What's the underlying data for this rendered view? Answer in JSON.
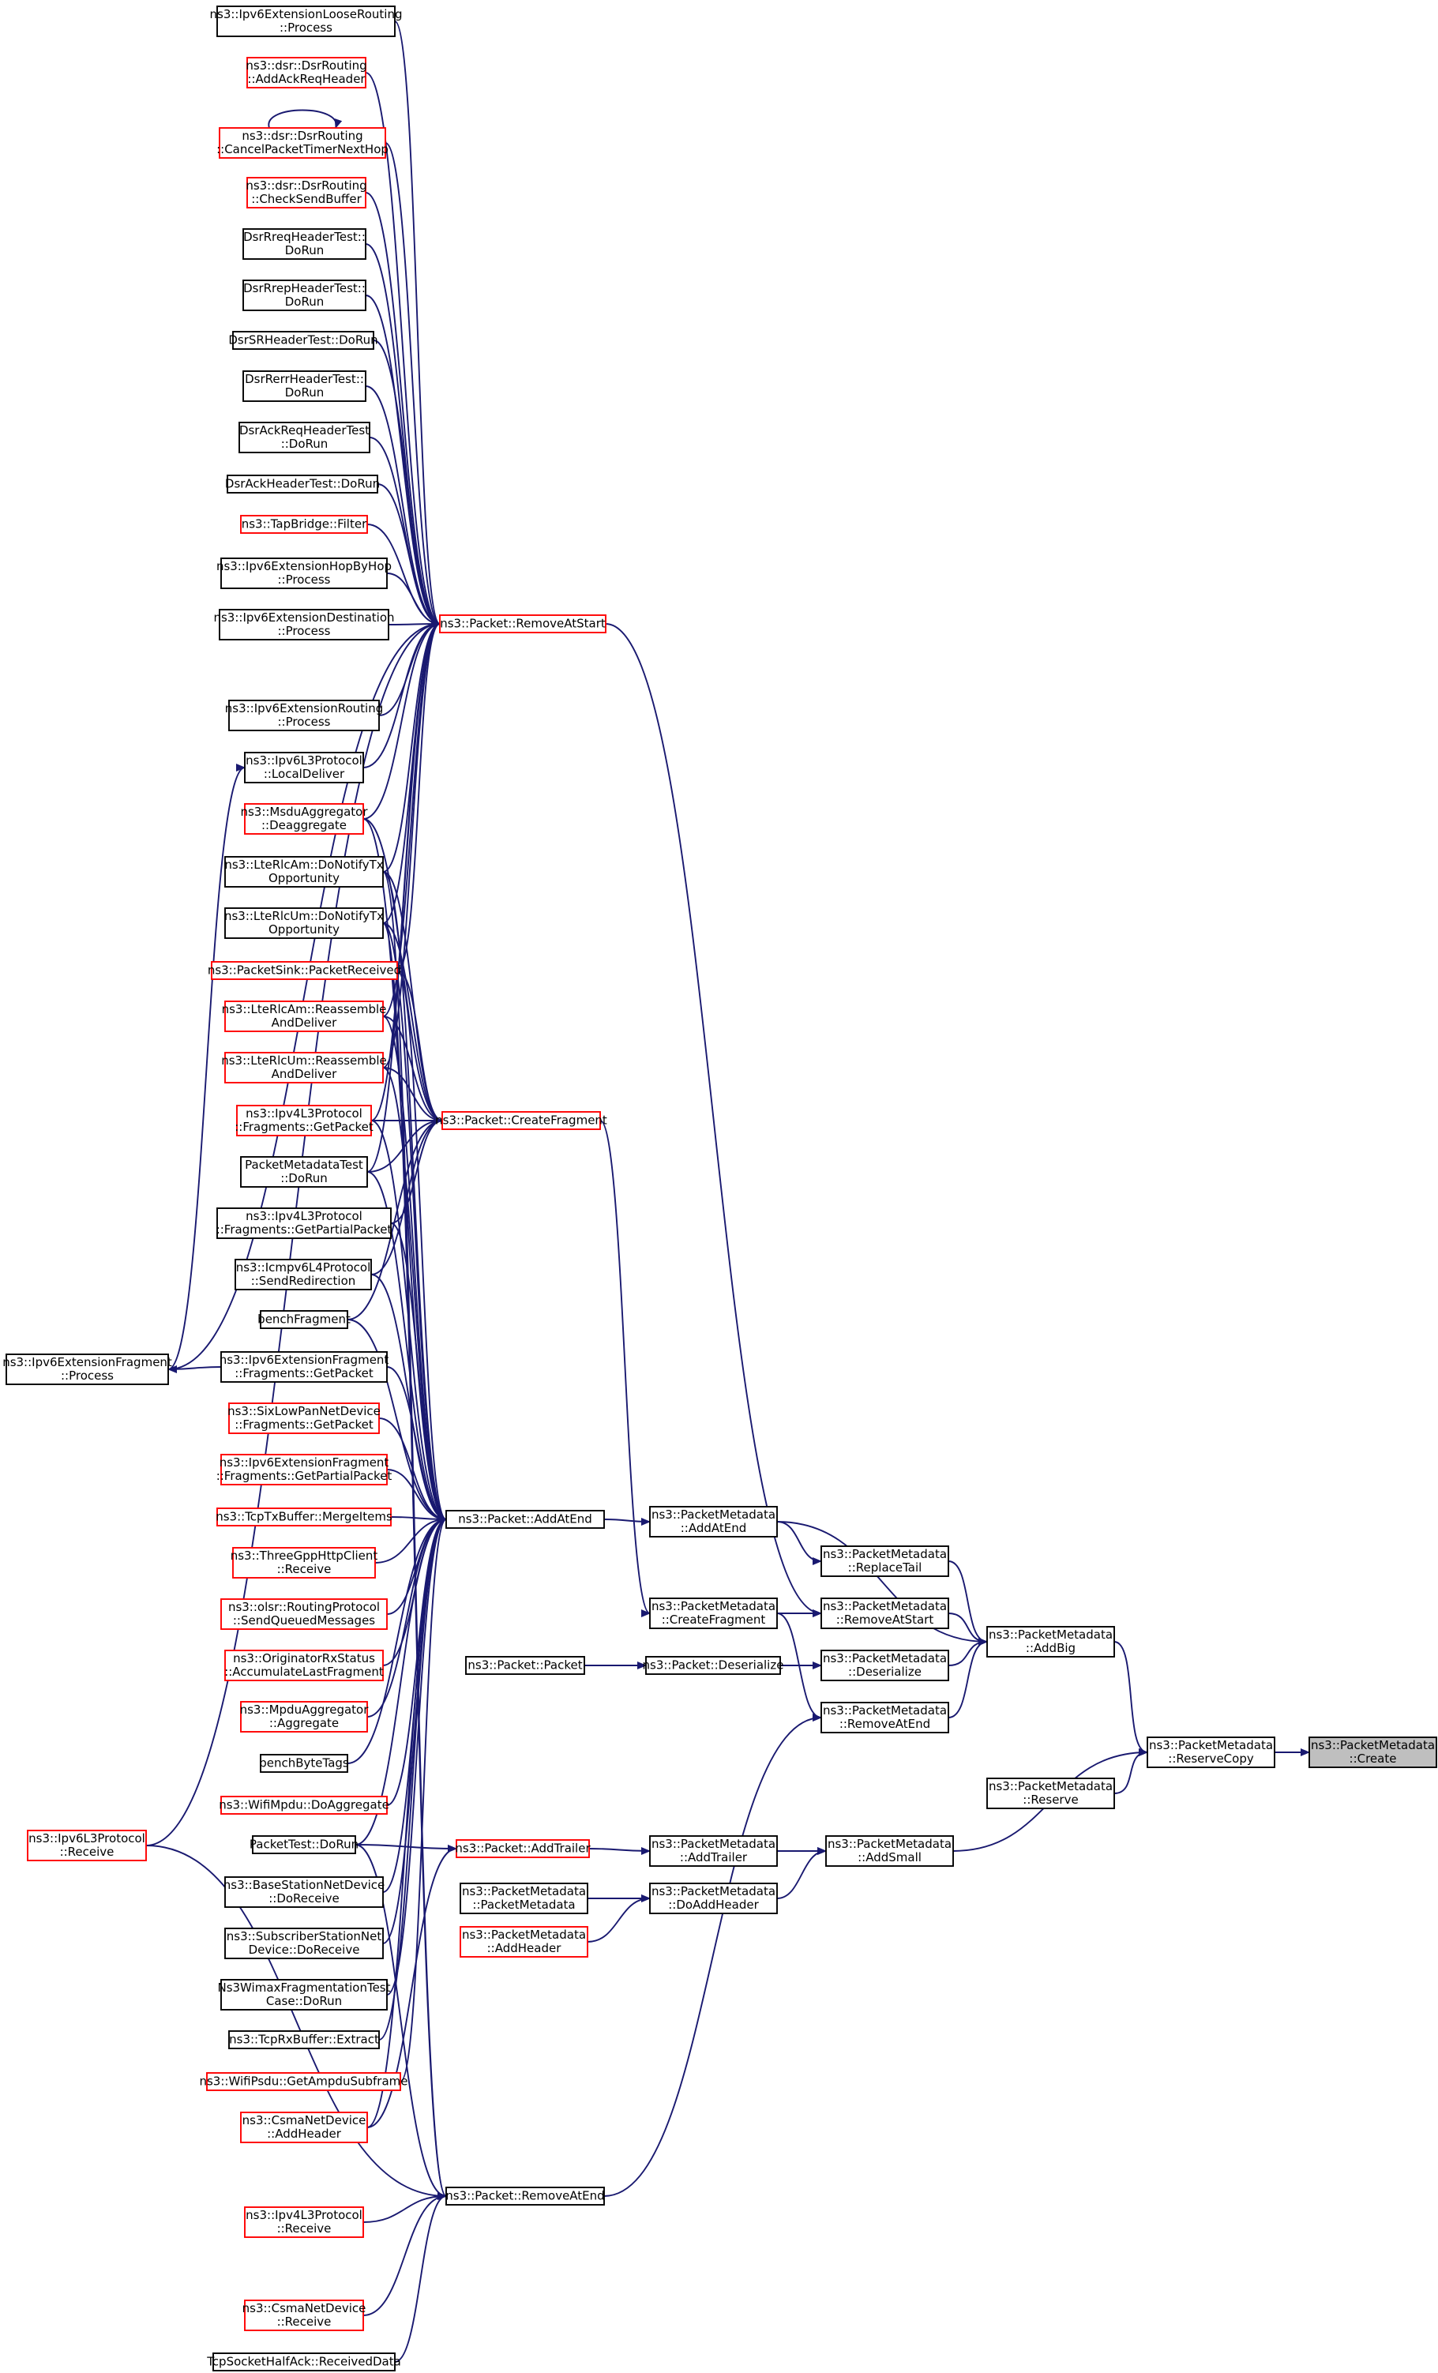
{
  "colors": {
    "edge": "#191970",
    "node_border_default": "#000000",
    "node_border_truncated": "#ff0000",
    "node_fill_default": "#ffffff",
    "node_fill_focus": "#bfbfbf"
  },
  "nodes": [
    {
      "id": "n0",
      "lines": [
        "ns3::PacketMetadata",
        "::Create"
      ],
      "style": "focus"
    },
    {
      "id": "n1",
      "lines": [
        "ns3::PacketMetadata",
        "::ReserveCopy"
      ],
      "style": "normal"
    },
    {
      "id": "n2",
      "lines": [
        "ns3::PacketMetadata",
        "::AddBig"
      ],
      "style": "normal"
    },
    {
      "id": "n3",
      "lines": [
        "ns3::PacketMetadata",
        "::AddSmall"
      ],
      "style": "normal"
    },
    {
      "id": "n4",
      "lines": [
        "ns3::PacketMetadata",
        "::Reserve"
      ],
      "style": "normal"
    },
    {
      "id": "n5",
      "lines": [
        "ns3::PacketMetadata",
        "::AddAtEnd"
      ],
      "style": "normal"
    },
    {
      "id": "n6",
      "lines": [
        "ns3::PacketMetadata",
        "::ReplaceTail"
      ],
      "style": "normal"
    },
    {
      "id": "n7",
      "lines": [
        "ns3::PacketMetadata",
        "::RemoveAtStart"
      ],
      "style": "normal"
    },
    {
      "id": "n8",
      "lines": [
        "ns3::PacketMetadata",
        "::Deserialize"
      ],
      "style": "normal"
    },
    {
      "id": "n9",
      "lines": [
        "ns3::PacketMetadata",
        "::RemoveAtEnd"
      ],
      "style": "normal"
    },
    {
      "id": "n10",
      "lines": [
        "ns3::PacketMetadata",
        "::AddTrailer"
      ],
      "style": "normal"
    },
    {
      "id": "n11",
      "lines": [
        "ns3::PacketMetadata",
        "::DoAddHeader"
      ],
      "style": "normal"
    },
    {
      "id": "n12",
      "lines": [
        "ns3::PacketMetadata",
        "::CreateFragment"
      ],
      "style": "normal"
    },
    {
      "id": "n13",
      "lines": [
        "ns3::Packet::Deserialize"
      ],
      "style": "normal"
    },
    {
      "id": "n14",
      "lines": [
        "ns3::Packet::Packet"
      ],
      "style": "normal"
    },
    {
      "id": "n15",
      "lines": [
        "ns3::Packet::AddAtEnd"
      ],
      "style": "normal"
    },
    {
      "id": "n16",
      "lines": [
        "ns3::Packet::AddTrailer"
      ],
      "style": "trunc"
    },
    {
      "id": "n17",
      "lines": [
        "ns3::PacketMetadata",
        "::PacketMetadata"
      ],
      "style": "normal"
    },
    {
      "id": "n18",
      "lines": [
        "ns3::PacketMetadata",
        "::AddHeader"
      ],
      "style": "trunc"
    },
    {
      "id": "n19",
      "lines": [
        "ns3::Packet::RemoveAtEnd"
      ],
      "style": "normal"
    },
    {
      "id": "n20",
      "lines": [
        "ns3::Packet::RemoveAtStart"
      ],
      "style": "trunc"
    },
    {
      "id": "n21",
      "lines": [
        "ns3::Packet::CreateFragment"
      ],
      "style": "trunc"
    },
    {
      "id": "c1",
      "lines": [
        "ns3::Ipv6ExtensionLooseRouting",
        "::Process"
      ],
      "style": "normal"
    },
    {
      "id": "c2",
      "lines": [
        "ns3::dsr::DsrRouting",
        "::AddAckReqHeader"
      ],
      "style": "trunc"
    },
    {
      "id": "c3",
      "lines": [
        "ns3::dsr::DsrRouting",
        "::CancelPacketTimerNextHop"
      ],
      "style": "trunc"
    },
    {
      "id": "c4",
      "lines": [
        "ns3::dsr::DsrRouting",
        "::CheckSendBuffer"
      ],
      "style": "trunc"
    },
    {
      "id": "c5",
      "lines": [
        "DsrRreqHeaderTest::",
        "DoRun"
      ],
      "style": "normal"
    },
    {
      "id": "c6",
      "lines": [
        "DsrRrepHeaderTest::",
        "DoRun"
      ],
      "style": "normal"
    },
    {
      "id": "c7",
      "lines": [
        "DsrSRHeaderTest::DoRun"
      ],
      "style": "normal"
    },
    {
      "id": "c8",
      "lines": [
        "DsrRerrHeaderTest::",
        "DoRun"
      ],
      "style": "normal"
    },
    {
      "id": "c9",
      "lines": [
        "DsrAckReqHeaderTest",
        "::DoRun"
      ],
      "style": "normal"
    },
    {
      "id": "c10",
      "lines": [
        "DsrAckHeaderTest::DoRun"
      ],
      "style": "normal"
    },
    {
      "id": "c11",
      "lines": [
        "ns3::TapBridge::Filter"
      ],
      "style": "trunc"
    },
    {
      "id": "c12",
      "lines": [
        "ns3::Ipv6ExtensionHopByHop",
        "::Process"
      ],
      "style": "normal"
    },
    {
      "id": "c13",
      "lines": [
        "ns3::Ipv6ExtensionDestination",
        "::Process"
      ],
      "style": "normal"
    },
    {
      "id": "c14",
      "lines": [
        "ns3::Ipv6ExtensionRouting",
        "::Process"
      ],
      "style": "normal"
    },
    {
      "id": "c15",
      "lines": [
        "ns3::Ipv6L3Protocol",
        "::LocalDeliver"
      ],
      "style": "normal"
    },
    {
      "id": "c16",
      "lines": [
        "ns3::MsduAggregator",
        "::Deaggregate"
      ],
      "style": "trunc"
    },
    {
      "id": "c17",
      "lines": [
        "ns3::LteRlcAm::DoNotifyTx",
        "Opportunity"
      ],
      "style": "normal"
    },
    {
      "id": "c18",
      "lines": [
        "ns3::LteRlcUm::DoNotifyTx",
        "Opportunity"
      ],
      "style": "normal"
    },
    {
      "id": "c19",
      "lines": [
        "ns3::PacketSink::PacketReceived"
      ],
      "style": "trunc"
    },
    {
      "id": "c20",
      "lines": [
        "ns3::LteRlcAm::Reassemble",
        "AndDeliver"
      ],
      "style": "trunc"
    },
    {
      "id": "c21",
      "lines": [
        "ns3::LteRlcUm::Reassemble",
        "AndDeliver"
      ],
      "style": "trunc"
    },
    {
      "id": "c22",
      "lines": [
        "ns3::Ipv4L3Protocol",
        "::Fragments::GetPacket"
      ],
      "style": "trunc"
    },
    {
      "id": "c23",
      "lines": [
        "PacketMetadataTest",
        "::DoRun"
      ],
      "style": "normal"
    },
    {
      "id": "c24",
      "lines": [
        "ns3::Ipv4L3Protocol",
        "::Fragments::GetPartialPacket"
      ],
      "style": "normal"
    },
    {
      "id": "c25",
      "lines": [
        "ns3::Icmpv6L4Protocol",
        "::SendRedirection"
      ],
      "style": "normal"
    },
    {
      "id": "c26",
      "lines": [
        "benchFragment"
      ],
      "style": "normal"
    },
    {
      "id": "c27",
      "lines": [
        "ns3::Ipv6ExtensionFragment",
        "::Fragments::GetPacket"
      ],
      "style": "normal"
    },
    {
      "id": "c28",
      "lines": [
        "ns3::SixLowPanNetDevice",
        "::Fragments::GetPacket"
      ],
      "style": "trunc"
    },
    {
      "id": "c29",
      "lines": [
        "ns3::Ipv6ExtensionFragment",
        "::Fragments::GetPartialPacket"
      ],
      "style": "trunc"
    },
    {
      "id": "c30",
      "lines": [
        "ns3::TcpTxBuffer::MergeItems"
      ],
      "style": "trunc"
    },
    {
      "id": "c31",
      "lines": [
        "ns3::ThreeGppHttpClient",
        "::Receive"
      ],
      "style": "trunc"
    },
    {
      "id": "c32",
      "lines": [
        "ns3::olsr::RoutingProtocol",
        "::SendQueuedMessages"
      ],
      "style": "trunc"
    },
    {
      "id": "c33",
      "lines": [
        "ns3::OriginatorRxStatus",
        "::AccumulateLastFragment"
      ],
      "style": "trunc"
    },
    {
      "id": "c34",
      "lines": [
        "ns3::MpduAggregator",
        "::Aggregate"
      ],
      "style": "trunc"
    },
    {
      "id": "c35",
      "lines": [
        "benchByteTags"
      ],
      "style": "normal"
    },
    {
      "id": "c36",
      "lines": [
        "ns3::WifiMpdu::DoAggregate"
      ],
      "style": "trunc"
    },
    {
      "id": "c37",
      "lines": [
        "PacketTest::DoRun"
      ],
      "style": "normal"
    },
    {
      "id": "c38",
      "lines": [
        "ns3::BaseStationNetDevice",
        "::DoReceive"
      ],
      "style": "normal"
    },
    {
      "id": "c39",
      "lines": [
        "ns3::SubscriberStationNet",
        "Device::DoReceive"
      ],
      "style": "normal"
    },
    {
      "id": "c40",
      "lines": [
        "Ns3WimaxFragmentationTest",
        "Case::DoRun"
      ],
      "style": "normal"
    },
    {
      "id": "c41",
      "lines": [
        "ns3::TcpRxBuffer::Extract"
      ],
      "style": "normal"
    },
    {
      "id": "c42",
      "lines": [
        "ns3::WifiPsdu::GetAmpduSubframe"
      ],
      "style": "trunc"
    },
    {
      "id": "c43",
      "lines": [
        "ns3::CsmaNetDevice",
        "::AddHeader"
      ],
      "style": "trunc"
    },
    {
      "id": "c44",
      "lines": [
        "ns3::Ipv4L3Protocol",
        "::Receive"
      ],
      "style": "trunc"
    },
    {
      "id": "c45",
      "lines": [
        "ns3::CsmaNetDevice",
        "::Receive"
      ],
      "style": "trunc"
    },
    {
      "id": "c46",
      "lines": [
        "TcpSocketHalfAck::ReceivedData"
      ],
      "style": "normal"
    },
    {
      "id": "x1",
      "lines": [
        "ns3::Ipv6ExtensionFragment",
        "::Process"
      ],
      "style": "normal"
    },
    {
      "id": "x2",
      "lines": [
        "ns3::Ipv6L3Protocol",
        "::Receive"
      ],
      "style": "trunc"
    }
  ]
}
